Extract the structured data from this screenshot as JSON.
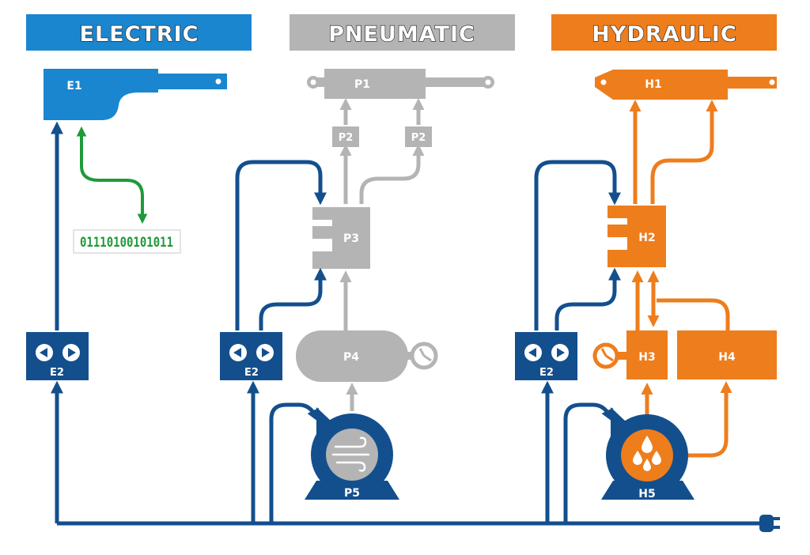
{
  "colors": {
    "electric": "#1a86cf",
    "pneumatic": "#b4b4b4",
    "hydraulic": "#ee7d1c",
    "navy": "#134f8d",
    "signal": "#1f9a3a"
  },
  "headers": {
    "electric": "ELECTRIC",
    "pneumatic": "PNEUMATIC",
    "hydraulic": "HYDRAULIC"
  },
  "electric": {
    "actuator": "E1",
    "controller": "E2",
    "binary": "01110100101011"
  },
  "pneumatic": {
    "cylinder": "P1",
    "valve_left": "P2",
    "valve_right": "P2",
    "directional_valve": "P3",
    "tank": "P4",
    "compressor": "P5",
    "controller": "E2"
  },
  "hydraulic": {
    "cylinder": "H1",
    "directional_valve": "H2",
    "valve_block": "H3",
    "reservoir": "H4",
    "pump": "H5",
    "controller": "E2"
  },
  "icons": {
    "left": "arrow-left-icon",
    "right": "arrow-right-icon",
    "plug": "power-plug-icon",
    "gauge": "pressure-gauge-icon",
    "air": "air-wind-icon",
    "drops": "oil-drops-icon"
  }
}
